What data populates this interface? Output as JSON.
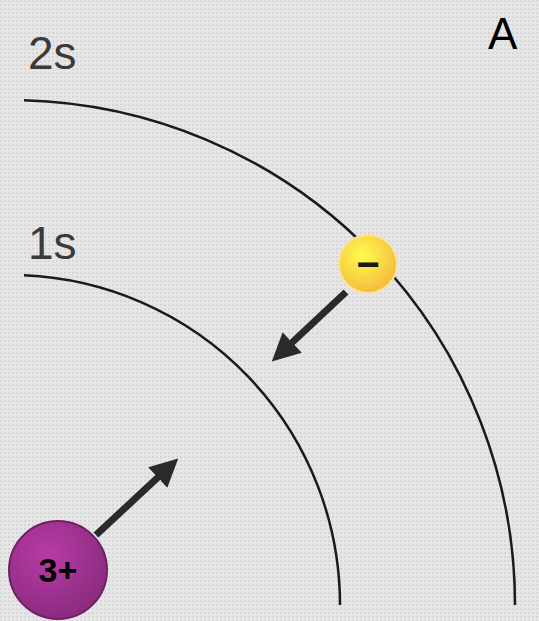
{
  "diagram": {
    "nodes": [
      {
        "text": [
          "−"
        ]
      },
      {
        "text": [
          "3+"
        ]
      }
    ],
    "labels": [
      "A",
      "2s",
      "1s"
    ]
  }
}
